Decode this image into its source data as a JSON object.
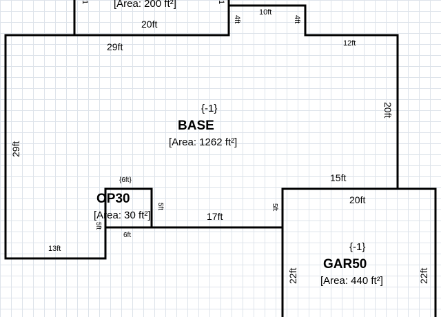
{
  "areas": {
    "top_room": {
      "area_text": "[Area: 200 ft²]",
      "top_left_dim": "1",
      "top_right_dim": "1",
      "bottom_dim": "20ft"
    },
    "base": {
      "code": "{-1}",
      "name": "BASE",
      "area_text": "[Area: 1262 ft²]",
      "dims": {
        "top": "29ft",
        "left": "29ft",
        "right": "20ft",
        "bottom_left": "13ft",
        "bottom_middle": "17ft",
        "step_right_top": "12ft",
        "bump_left": "4ft",
        "bump_top": "10ft",
        "bump_right": "4ft",
        "step_lower": "15ft",
        "step_vertical": "5ft"
      }
    },
    "op30": {
      "code": "{6ft}",
      "name": "OP30",
      "area_text": "[Area: 30 ft²]",
      "dims": {
        "bottom": "6ft",
        "left": "5ft",
        "right": "5ft"
      }
    },
    "gar50": {
      "code": "{-1}",
      "name": "GAR50",
      "area_text": "[Area: 440 ft²]",
      "dims": {
        "top": "20ft",
        "left": "22ft",
        "right": "22ft"
      }
    }
  },
  "colors": {
    "wall": "#000000",
    "grid": "#dde3ea",
    "background": "#ffffff"
  }
}
